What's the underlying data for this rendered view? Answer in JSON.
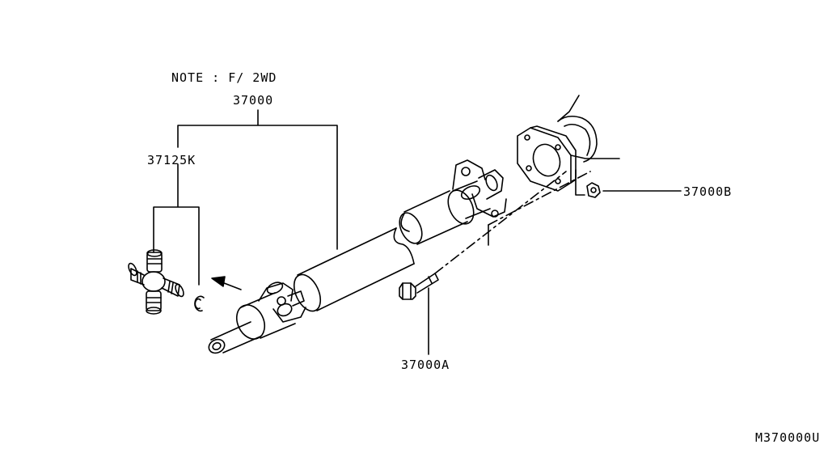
{
  "diagram": {
    "note": "NOTE : F/ 2WD",
    "diagram_id": "M370000U",
    "line_color": "#000000",
    "background": "#ffffff"
  },
  "callouts": {
    "propeller_shaft_assembly": "37000",
    "journal_kit": "37125K",
    "flange_nut": "37000B",
    "flange_bolt": "37000A"
  },
  "icons": [
    "propeller-shaft-icon",
    "universal-joint-spider-icon",
    "snap-ring-icon",
    "bolt-icon",
    "nut-icon",
    "companion-flange-icon",
    "direction-arrow-icon"
  ]
}
